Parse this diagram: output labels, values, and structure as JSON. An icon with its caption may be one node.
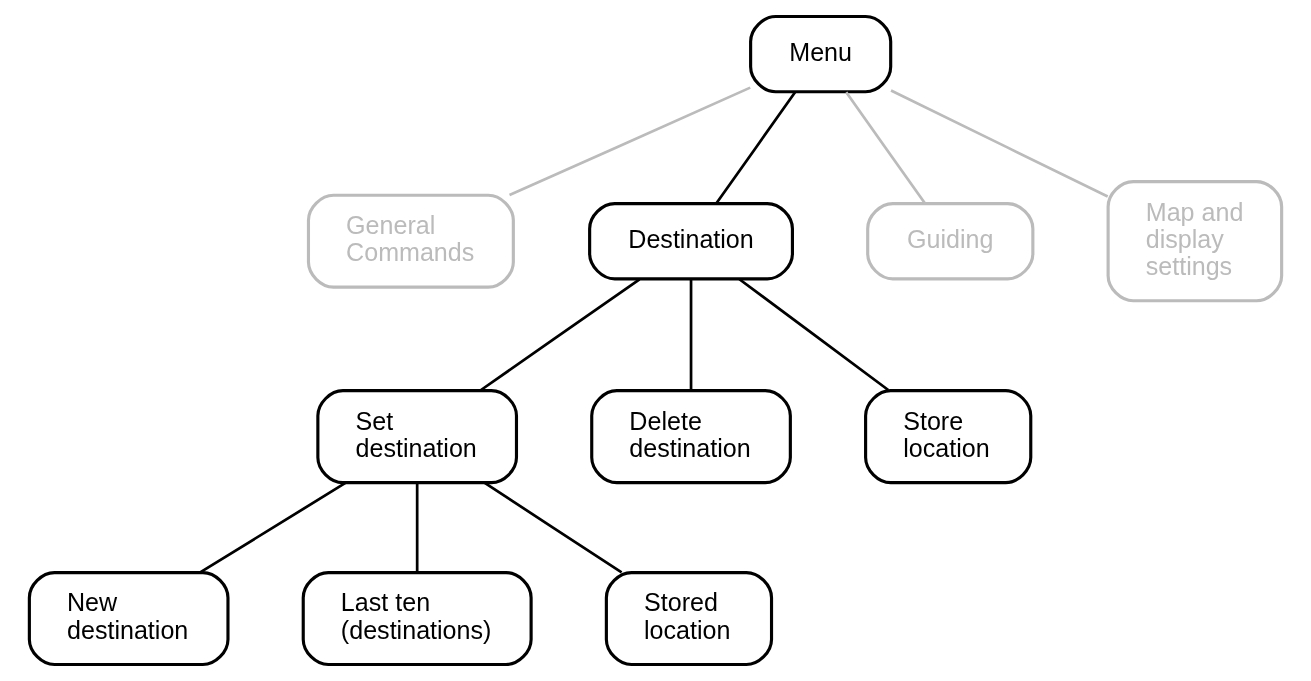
{
  "diagram": {
    "nodes": [
      {
        "text": [
          "Menu"
        ]
      },
      {
        "text": [
          "General Commands"
        ]
      },
      {
        "text": [
          "Destination"
        ]
      },
      {
        "text": [
          "Guiding"
        ]
      },
      {
        "text": [
          "Map and display settings"
        ]
      },
      {
        "text": [
          "Set destination"
        ]
      },
      {
        "text": [
          "Delete destination"
        ]
      },
      {
        "text": [
          "Store location"
        ]
      },
      {
        "text": [
          "New destination"
        ]
      },
      {
        "text": [
          "Last ten (destinations)"
        ]
      },
      {
        "text": [
          "Stored location"
        ]
      }
    ],
    "edges": [
      {
        "from": 0,
        "to": 1,
        "arrow": "none",
        "color": "#bbbbbb"
      },
      {
        "from": 0,
        "to": 2,
        "arrow": "none"
      },
      {
        "from": 0,
        "to": 3,
        "arrow": "none",
        "color": "#bbbbbb"
      },
      {
        "from": 0,
        "to": 4,
        "arrow": "none",
        "color": "#bbbbbb"
      },
      {
        "from": 2,
        "to": 5,
        "arrow": "none"
      },
      {
        "from": 2,
        "to": 6,
        "arrow": "none"
      },
      {
        "from": 2,
        "to": 7,
        "arrow": "none"
      },
      {
        "from": 5,
        "to": 8,
        "arrow": "none"
      },
      {
        "from": 5,
        "to": 9,
        "arrow": "none"
      },
      {
        "from": 5,
        "to": 10,
        "arrow": "none"
      }
    ]
  }
}
